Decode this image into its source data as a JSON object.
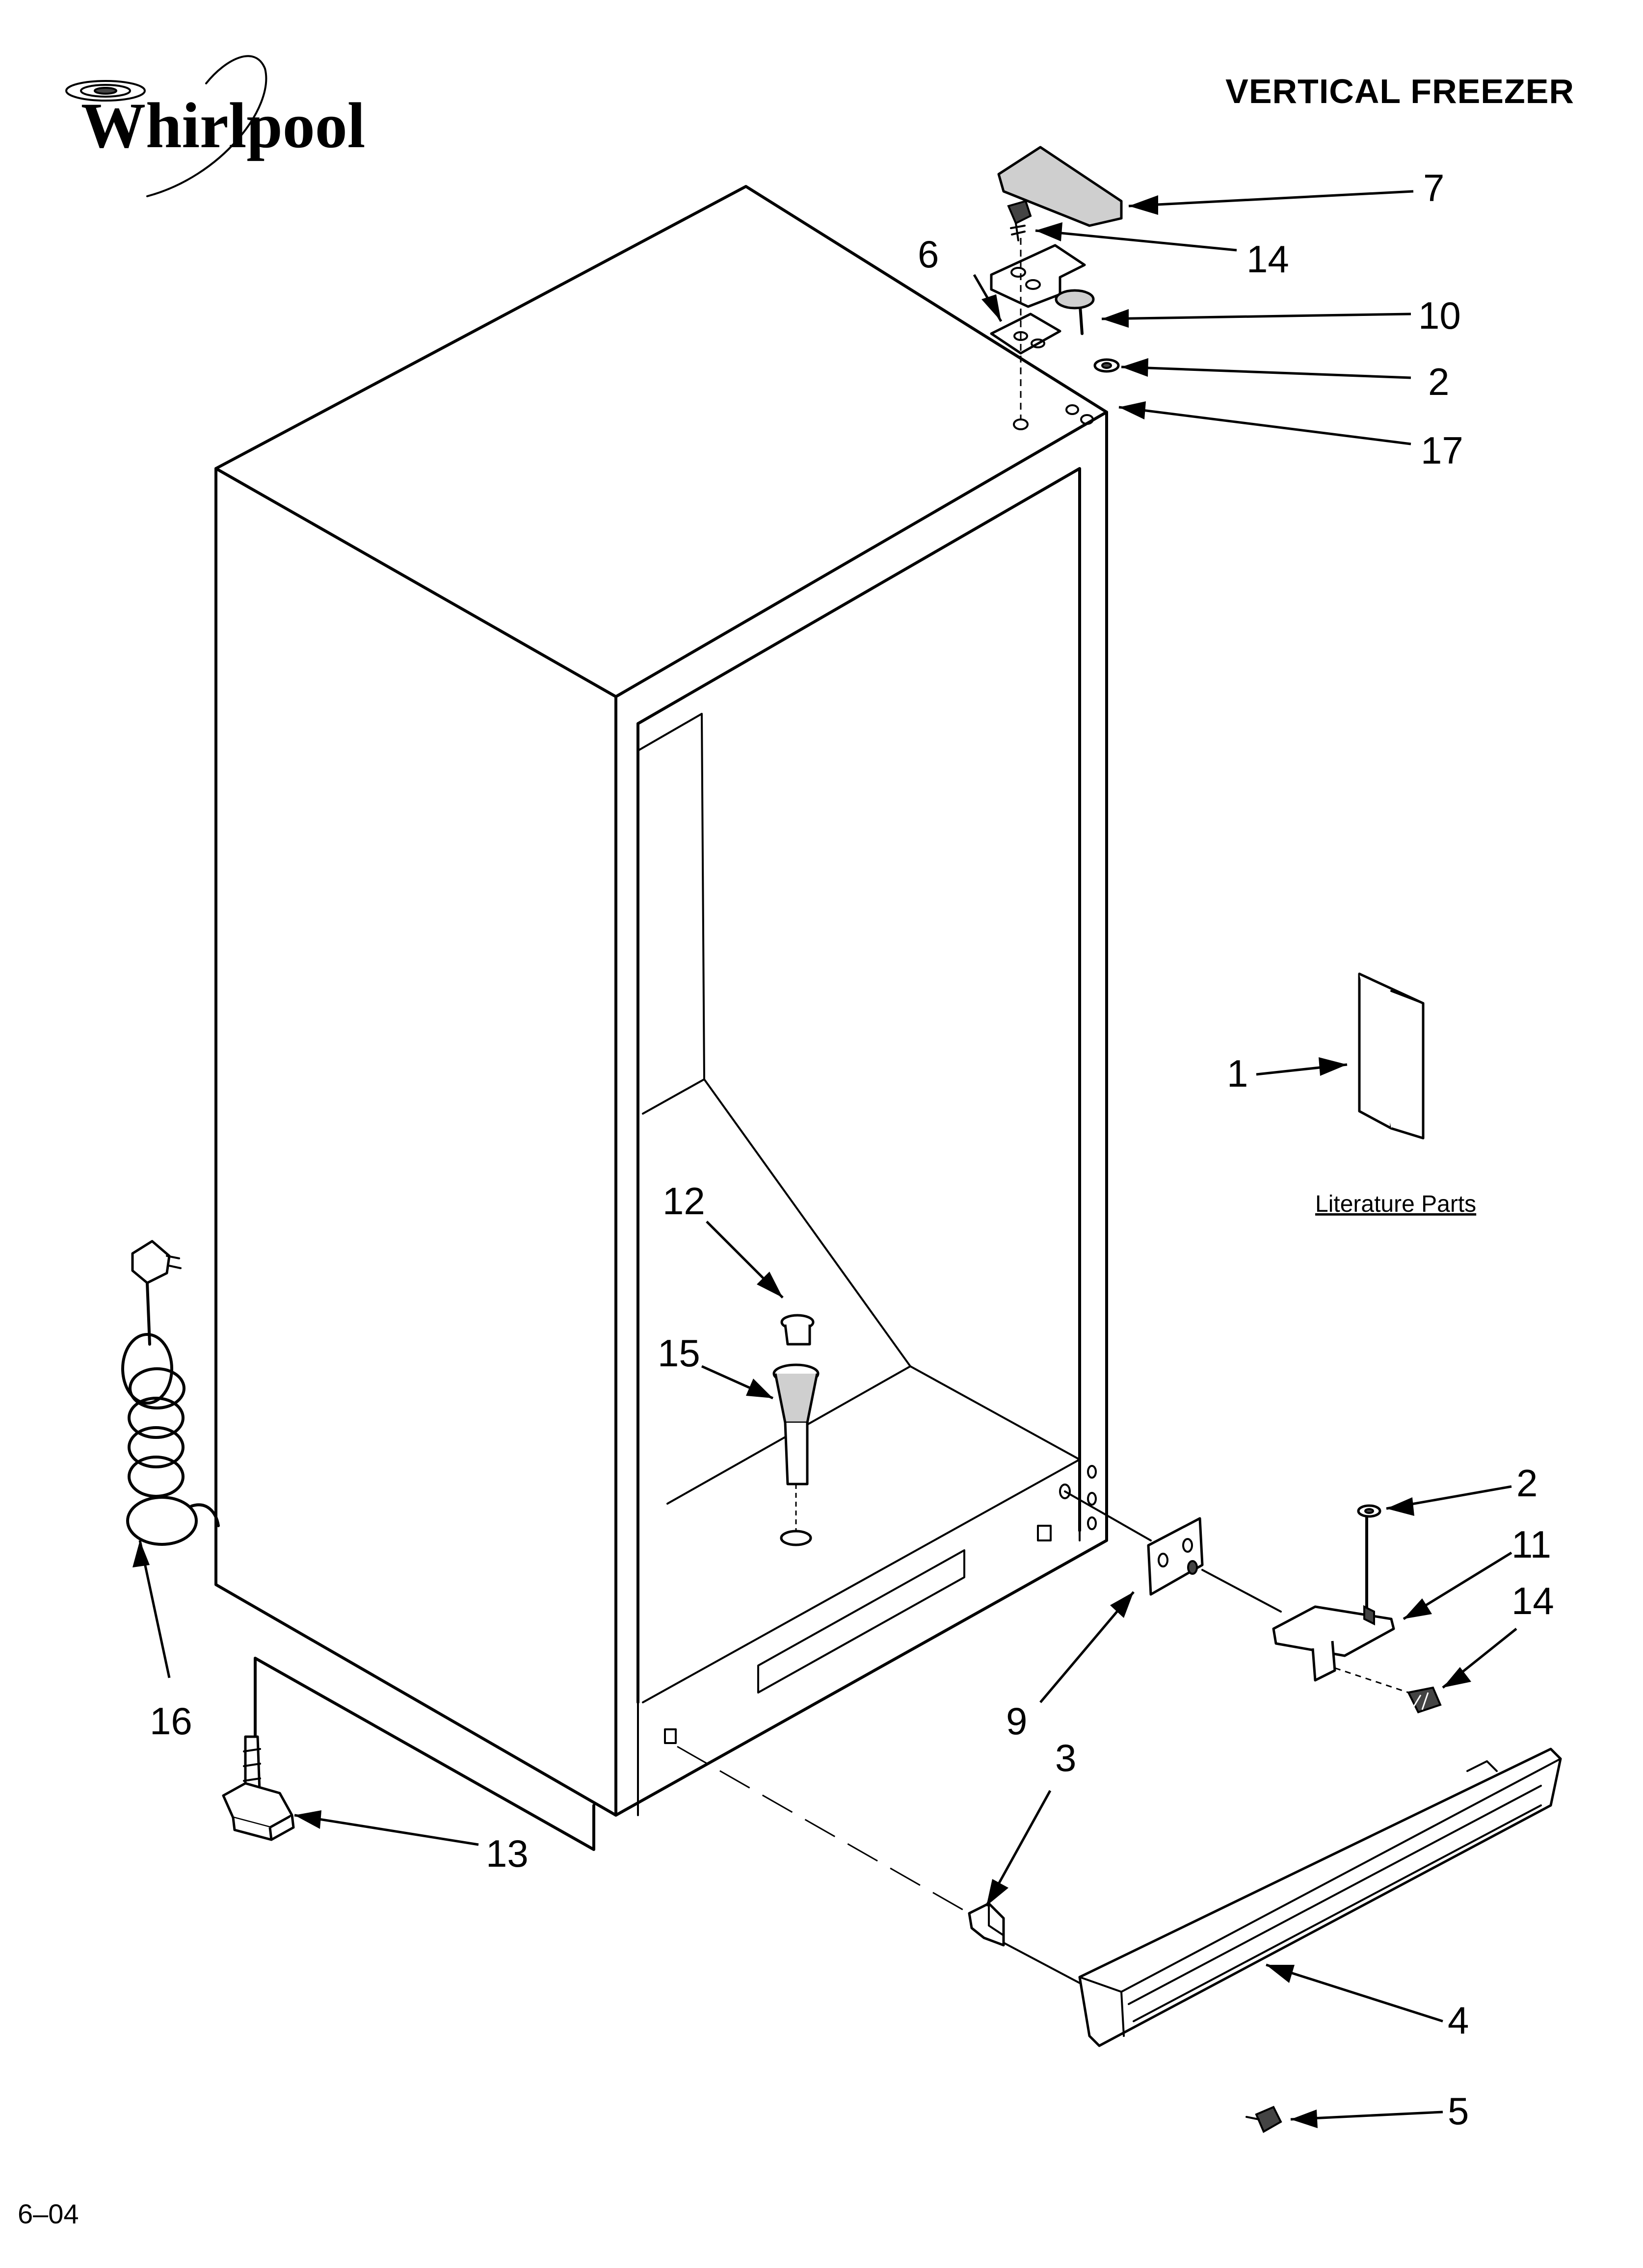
{
  "brand": {
    "name": "Whirlpool"
  },
  "header": {
    "title": "VERTICAL FREEZER"
  },
  "footer": {
    "date_code": "6–04"
  },
  "literature": {
    "label": "Literature Parts"
  },
  "callouts": {
    "c7": "7",
    "c14a": "14",
    "c6": "6",
    "c10": "10",
    "c2a": "2",
    "c17": "17",
    "c1": "1",
    "c12": "12",
    "c15": "15",
    "c16": "16",
    "c13": "13",
    "c2b": "2",
    "c11": "11",
    "c14b": "14",
    "c9": "9",
    "c3": "3",
    "c4": "4",
    "c5": "5"
  }
}
